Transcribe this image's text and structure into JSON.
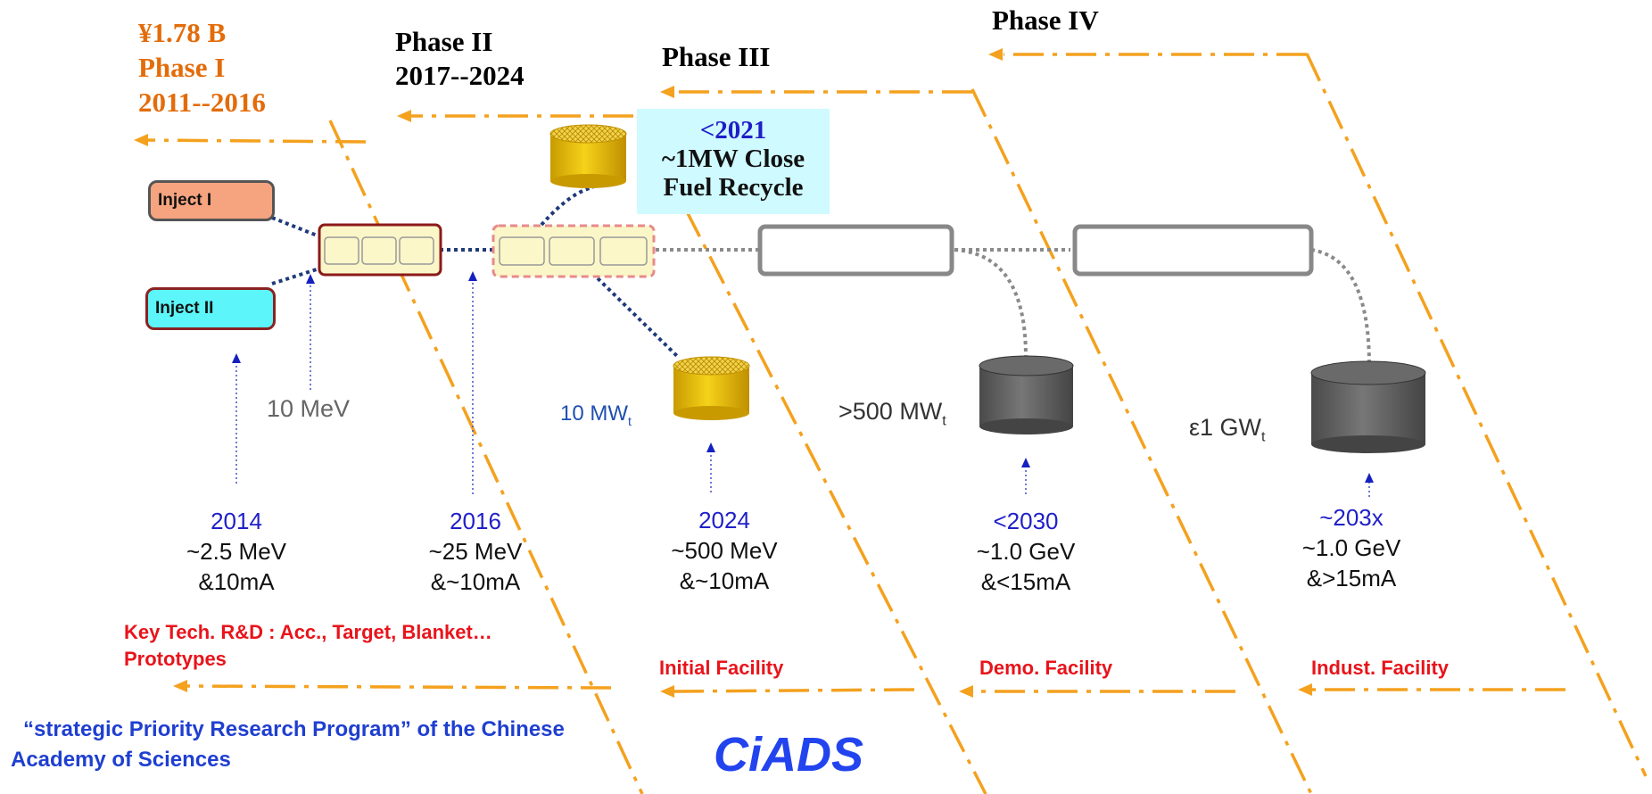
{
  "phases": [
    {
      "cost": "¥1.78 B",
      "name": "Phase I",
      "years": "2011--2016"
    },
    {
      "name": "Phase II",
      "years": "2017--2024"
    },
    {
      "name": "Phase III"
    },
    {
      "name": "Phase IV"
    }
  ],
  "injectors": [
    "Inject I",
    "Inject II"
  ],
  "callout": {
    "year": "<2021",
    "line1": "~1MW Close",
    "line2": "Fuel Recycle"
  },
  "energy_label": "10 MeV",
  "powers": [
    {
      "value": "10 MW",
      "sub": "t"
    },
    {
      "value": ">500 MW",
      "sub": "t"
    },
    {
      "value": "ε1 GW",
      "sub": "t"
    }
  ],
  "milestones": [
    {
      "year": "2014",
      "energy": "~2.5 MeV",
      "current": "&10mA"
    },
    {
      "year": "2016",
      "energy": "~25 MeV",
      "current": "&~10mA"
    },
    {
      "year": "2024",
      "energy": "~500 MeV",
      "current": "&~10mA"
    },
    {
      "year": "<2030",
      "energy": "~1.0 GeV",
      "current": "&<15mA"
    },
    {
      "year": "~203x",
      "energy": "~1.0 GeV",
      "current": "&>15mA"
    }
  ],
  "stages": {
    "rd_line1": "Key Tech. R&D : Acc., Target, Blanket…",
    "rd_line2": "Prototypes",
    "initial": "Initial Facility",
    "demo": "Demo. Facility",
    "indust": "Indust. Facility"
  },
  "footer": {
    "line1": "“strategic Priority Research Program”   of the Chinese",
    "line2": "Academy of Sciences",
    "logo": "CiADS"
  },
  "colors": {
    "phase_arrow": "#F4A11E",
    "phase_text": "#E36C0A",
    "year_text": "#1F1FC8",
    "stage_text": "#E8141B",
    "inject1_fill": "#F6A47F",
    "inject2_fill": "#5CF5F9",
    "callout_fill": "#CFFAFF",
    "gold_cylinder": "#E8B800",
    "grey_cylinder": "#5A5A5A"
  }
}
